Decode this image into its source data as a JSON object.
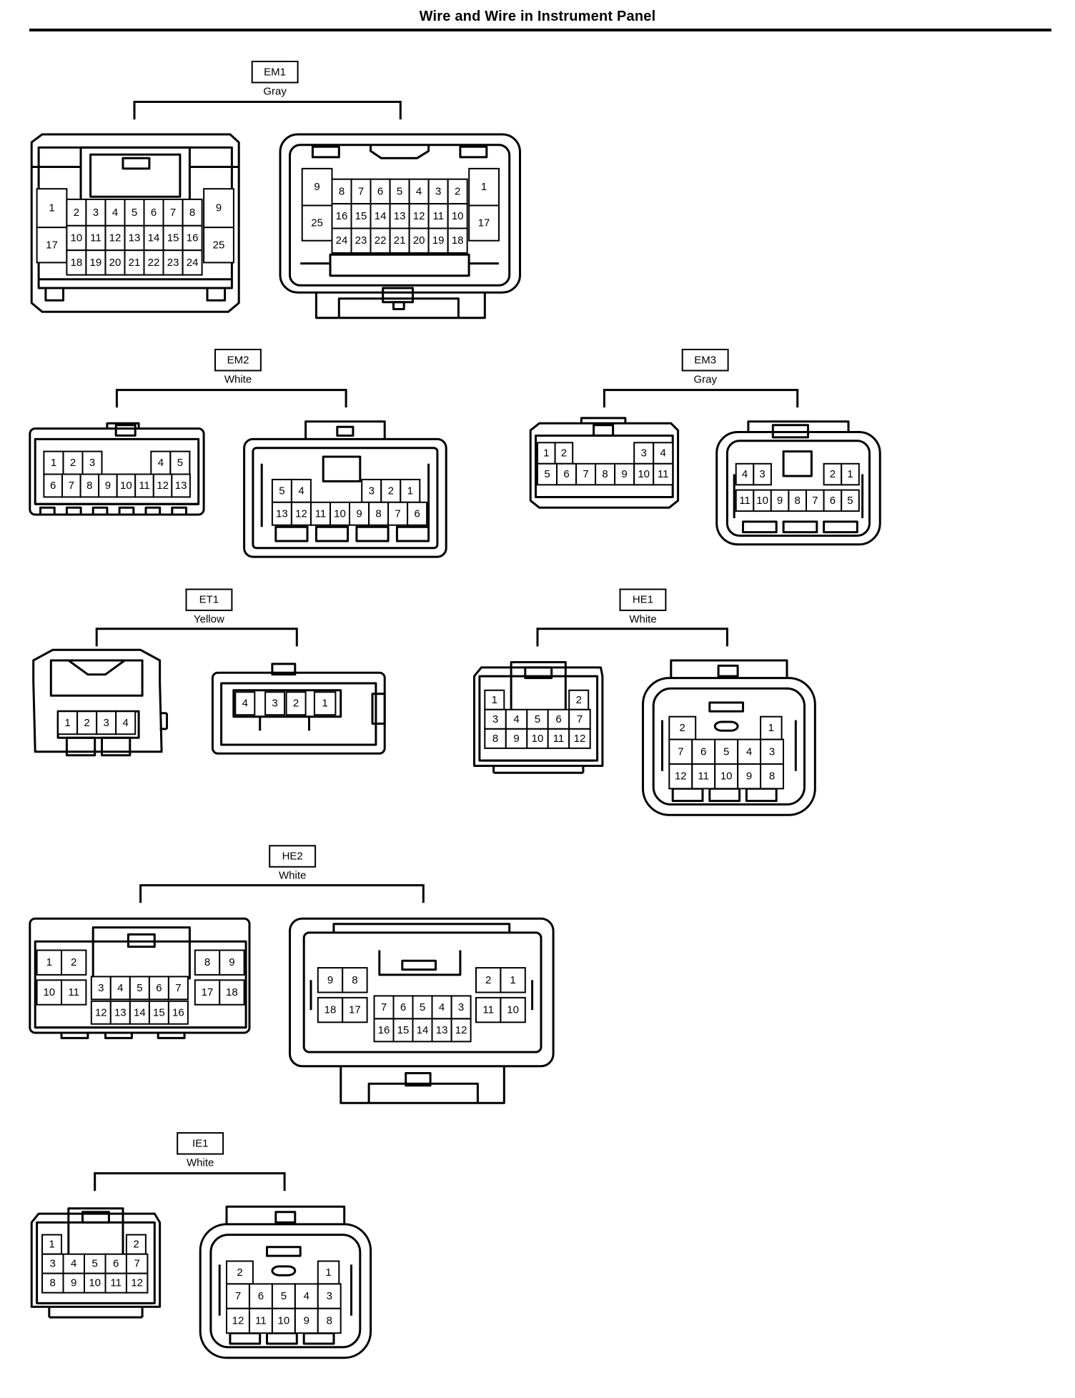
{
  "title": "Wire and Wire in Instrument Panel",
  "connectors": [
    {
      "id": "EM1",
      "label": "EM1",
      "color": "Gray",
      "views": [
        {
          "pins": [
            [
              "1",
              "2",
              "3",
              "4",
              "5",
              "6",
              "7",
              "8",
              "9"
            ],
            [
              "17",
              "10",
              "11",
              "12",
              "13",
              "14",
              "15",
              "16",
              "25"
            ],
            [
              "18",
              "19",
              "20",
              "21",
              "22",
              "23",
              "24"
            ]
          ]
        },
        {
          "pins": [
            [
              "9",
              "8",
              "7",
              "6",
              "5",
              "4",
              "3",
              "2",
              "1"
            ],
            [
              "25",
              "16",
              "15",
              "14",
              "13",
              "12",
              "11",
              "10",
              "17"
            ],
            [
              "24",
              "23",
              "22",
              "21",
              "20",
              "19",
              "18"
            ]
          ]
        }
      ]
    },
    {
      "id": "EM2",
      "label": "EM2",
      "color": "White",
      "views": [
        {
          "pins": [
            [
              "1",
              "2",
              "3",
              "4",
              "5"
            ],
            [
              "6",
              "7",
              "8",
              "9",
              "10",
              "11",
              "12",
              "13"
            ]
          ]
        },
        {
          "pins": [
            [
              "5",
              "4",
              "3",
              "2",
              "1"
            ],
            [
              "13",
              "12",
              "11",
              "10",
              "9",
              "8",
              "7",
              "6"
            ]
          ]
        }
      ]
    },
    {
      "id": "EM3",
      "label": "EM3",
      "color": "Gray",
      "views": [
        {
          "pins": [
            [
              "1",
              "2",
              "3",
              "4"
            ],
            [
              "5",
              "6",
              "7",
              "8",
              "9",
              "10",
              "11"
            ]
          ]
        },
        {
          "pins": [
            [
              "4",
              "3",
              "2",
              "1"
            ],
            [
              "11",
              "10",
              "9",
              "8",
              "7",
              "6",
              "5"
            ]
          ]
        }
      ]
    },
    {
      "id": "ET1",
      "label": "ET1",
      "color": "Yellow",
      "views": [
        {
          "pins": [
            [
              "1",
              "2",
              "3",
              "4"
            ]
          ]
        },
        {
          "pins": [
            [
              "4",
              "3",
              "2",
              "1"
            ]
          ]
        }
      ]
    },
    {
      "id": "HE1",
      "label": "HE1",
      "color": "White",
      "views": [
        {
          "pins": [
            [
              "1",
              "2"
            ],
            [
              "3",
              "4",
              "5",
              "6",
              "7"
            ],
            [
              "8",
              "9",
              "10",
              "11",
              "12"
            ]
          ]
        },
        {
          "pins": [
            [
              "2",
              "1"
            ],
            [
              "7",
              "6",
              "5",
              "4",
              "3"
            ],
            [
              "12",
              "11",
              "10",
              "9",
              "8"
            ]
          ]
        }
      ]
    },
    {
      "id": "HE2",
      "label": "HE2",
      "color": "White",
      "views": [
        {
          "pins": [
            [
              "1",
              "2",
              "8",
              "9"
            ],
            [
              "10",
              "11",
              "3",
              "4",
              "5",
              "6",
              "7",
              "17",
              "18"
            ],
            [
              "12",
              "13",
              "14",
              "15",
              "16"
            ]
          ]
        },
        {
          "pins": [
            [
              "9",
              "8",
              "2",
              "1"
            ],
            [
              "18",
              "17",
              "7",
              "6",
              "5",
              "4",
              "3",
              "11",
              "10"
            ],
            [
              "16",
              "15",
              "14",
              "13",
              "12"
            ]
          ]
        }
      ]
    },
    {
      "id": "IE1",
      "label": "IE1",
      "color": "White",
      "views": [
        {
          "pins": [
            [
              "1",
              "2"
            ],
            [
              "3",
              "4",
              "5",
              "6",
              "7"
            ],
            [
              "8",
              "9",
              "10",
              "11",
              "12"
            ]
          ]
        },
        {
          "pins": [
            [
              "2",
              "1"
            ],
            [
              "7",
              "6",
              "5",
              "4",
              "3"
            ],
            [
              "12",
              "11",
              "10",
              "9",
              "8"
            ]
          ]
        }
      ]
    }
  ]
}
